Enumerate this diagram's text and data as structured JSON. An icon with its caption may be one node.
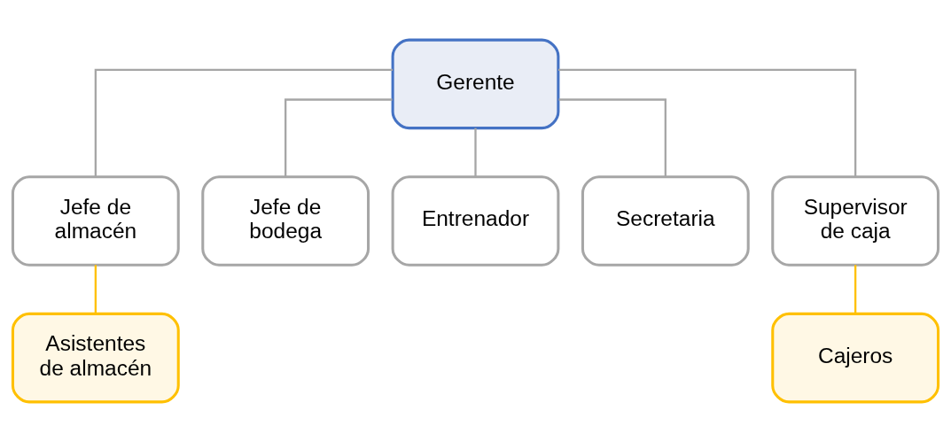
{
  "diagram": {
    "nodes": [
      {
        "text": [
          "Gerente"
        ]
      },
      {
        "text": [
          "Jefe de almacén"
        ]
      },
      {
        "text": [
          "Jefe de bodega"
        ]
      },
      {
        "text": [
          "Entrenador"
        ]
      },
      {
        "text": [
          "Secretaria"
        ]
      },
      {
        "text": [
          "Supervisor de caja"
        ]
      },
      {
        "text": [
          "Asistentes de almacén"
        ]
      },
      {
        "text": [
          "Cajeros"
        ]
      }
    ],
    "edges": [
      {
        "from": 0,
        "to": 1,
        "arrow": "none"
      },
      {
        "from": 0,
        "to": 2,
        "arrow": "none"
      },
      {
        "from": 0,
        "to": 3,
        "arrow": "none"
      },
      {
        "from": 0,
        "to": 4,
        "arrow": "none"
      },
      {
        "from": 0,
        "to": 5,
        "arrow": "none"
      },
      {
        "from": 1,
        "to": 6,
        "arrow": "none",
        "color": "#ffc000"
      },
      {
        "from": 5,
        "to": 7,
        "arrow": "none",
        "color": "#ffc000"
      }
    ]
  }
}
